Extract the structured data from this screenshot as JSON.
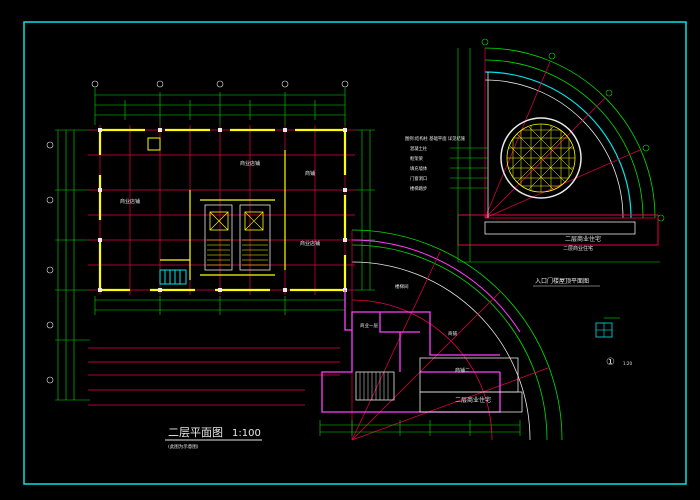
{
  "drawing": {
    "main_plan_title": "二层平面图",
    "main_plan_scale": "1:100",
    "main_plan_note": "(此图为示意图)",
    "entrance_plan_title": "入口门楼屋顶平面图",
    "wing_label_right": "二层商业住宅",
    "wing_label_bottom": "二层商业住宅",
    "room_label_tower": "二层商业住宅",
    "detail_marker": "①",
    "detail_marker_sub": "1:20",
    "room_labels": [
      "商业店铺",
      "商业店铺",
      "商铺",
      "商业店铺",
      "商铺二",
      "商业一层",
      "商铺",
      "楼梯间"
    ],
    "legend_title": "图例:结构柱 基础平面 详见结施",
    "legend_items": [
      "混凝土柱",
      "框架梁",
      "填充墙体",
      "门窗洞口",
      "楼梯踏步"
    ]
  },
  "colors": {
    "background": "#000000",
    "frame": "#00e5e5",
    "grid": "#e8004a",
    "wall": "#ffff00",
    "dimension": "#00e000",
    "white": "#e8e8e8",
    "magenta": "#ff3fff"
  }
}
